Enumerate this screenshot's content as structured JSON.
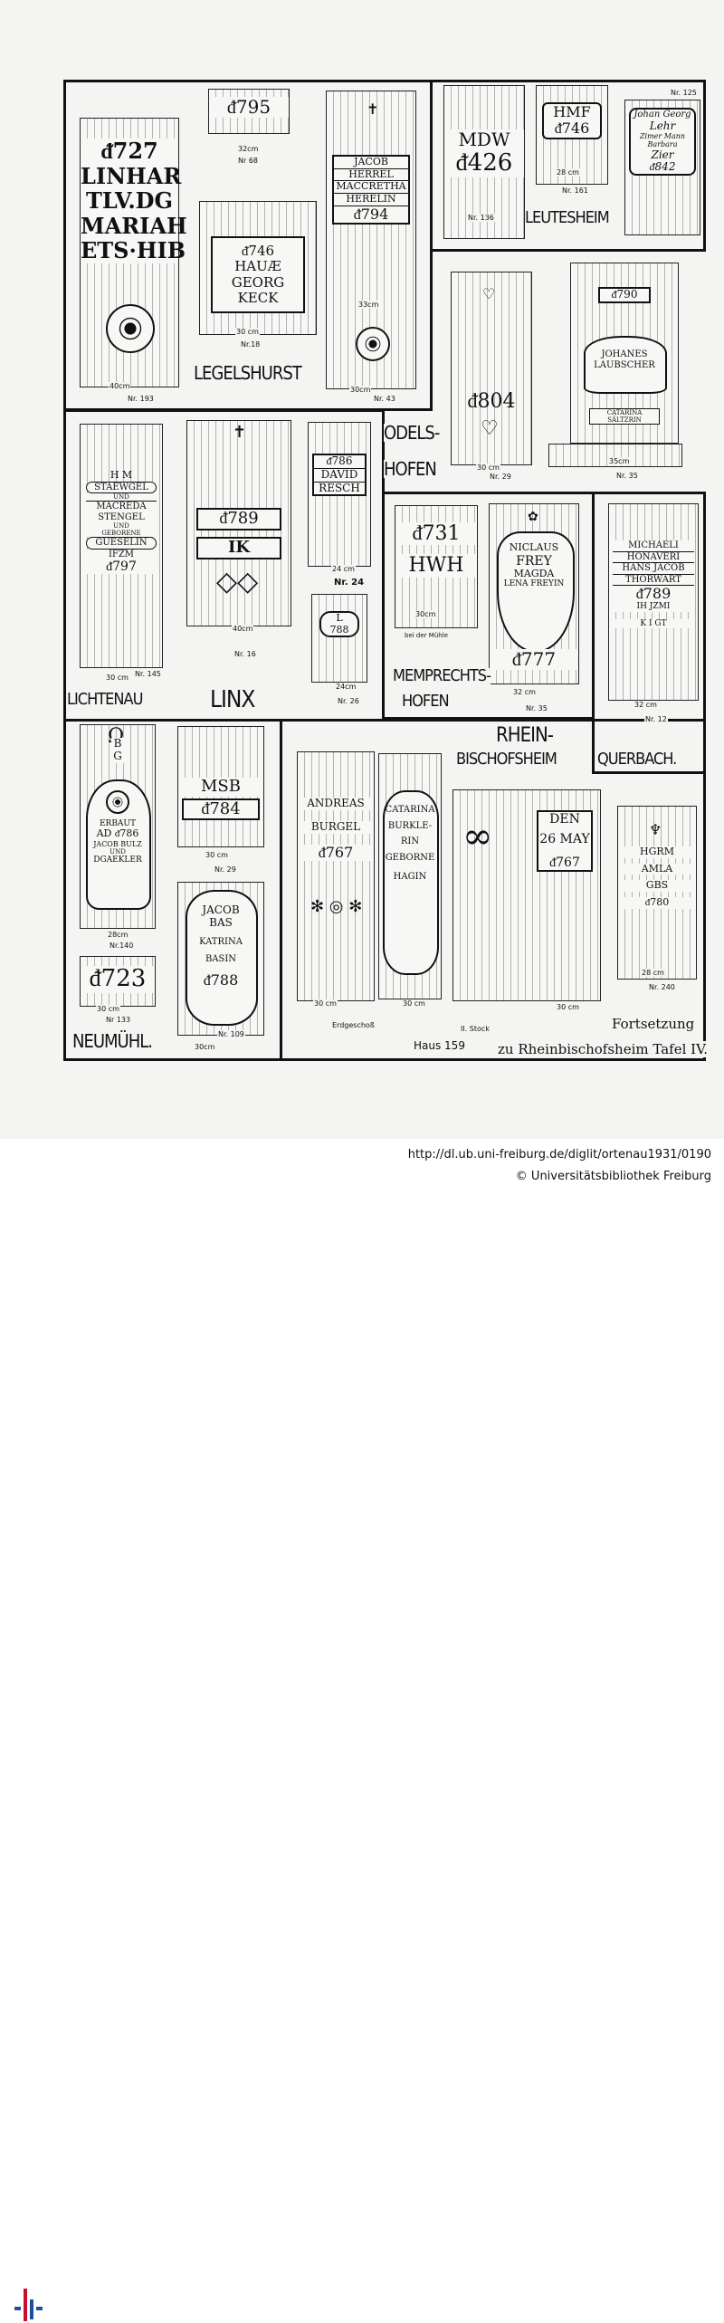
{
  "places": {
    "legelshurst": "LEGELSHURST",
    "leutesheim": "LEUTESHEIM",
    "odelshofen_1": "ODELS-",
    "odelshofen_2": "HOFEN",
    "lichtenau": "LICHTENAU",
    "linx": "LINX",
    "memprechtshofen_1": "MEMPRECHTS-",
    "memprechtshofen_2": "HOFEN",
    "rheinbischofsheim_1": "RHEIN-",
    "rheinbischofsheim_2": "BISCHOFSHEIM",
    "querbach": "QUERBACH.",
    "neumuehl": "NEUMÜHL."
  },
  "inscriptions": {
    "lichtenau_big": [
      "ᵭ727",
      "LINHAR",
      "TLV.DG",
      "MARIAH",
      "ETS·HIB"
    ],
    "legels_top": "ᵭ795",
    "legels_mid": [
      "ᵭ746",
      "HAUÆ",
      "GEORG",
      "KECK"
    ],
    "legels_right": [
      "JACOB",
      "HERREL",
      "MACCRETHA",
      "HERELIN",
      "ᵭ794"
    ],
    "leut_1": [
      "MDW",
      "ᵭ426"
    ],
    "leut_2": [
      "HMF",
      "ᵭ746"
    ],
    "leut_3": [
      "Johan Georg",
      "Lehr",
      "Zimer Mann",
      "Barbara",
      "Zier",
      "ᵭ842"
    ],
    "odels_1": "ᵭ804",
    "odels_2": [
      "ᵭ790",
      "JOHANES",
      "LAUBSCHER",
      "CATARINA",
      "SÄLTZRIN"
    ],
    "licht_2": [
      "H M",
      "STAEWGEL",
      "UND",
      "MACREDA",
      "STENGEL",
      "UND",
      "GEBORENE",
      "GUESELIN",
      "IFZM",
      "ᵭ797"
    ],
    "linx_1": [
      "ᵭ789",
      "IK"
    ],
    "linx_2": [
      "ᵭ786",
      "DAVID",
      "RESCH"
    ],
    "linx_3": [
      "L",
      "788"
    ],
    "memp_1": [
      "ᵭ731",
      "HWH"
    ],
    "memp_2": [
      "NICLAUS",
      "FREY",
      "MAGDA",
      "LENA FREYIN",
      "ᵭ777"
    ],
    "quer": [
      "MICHAELI",
      "HONAVERI",
      "HANS JACOB",
      "THORWART",
      "ᵭ789",
      "IH  JZMI",
      "K  I  GT"
    ],
    "neu_1": [
      "B",
      "G",
      "ERBAUT",
      "AD ᵭ786",
      "JACOB BULZ",
      "UND",
      "DGAEKLER"
    ],
    "neu_2": "ᵭ723",
    "neu_3": [
      "MSB",
      "ᵭ784"
    ],
    "neu_4": [
      "JACOB",
      "BAS",
      "KATRINA",
      "BASIN",
      "ᵭ788"
    ],
    "rhein_1": [
      "ANDREAS",
      "BURGEL",
      "ᵭ767"
    ],
    "rhein_2": [
      "CATARINA",
      "BURKLE-",
      "RIN",
      "GEBORNE",
      "HAGIN"
    ],
    "rhein_3": [
      "DEN",
      "26 MAY",
      "ᵭ767"
    ],
    "rhein_4": [
      "HGRM",
      "AMLA",
      "GBS",
      "ᵭ780"
    ]
  },
  "labels": {
    "m40": "40cm",
    "n193": "Nr. 193",
    "m32a": "32cm",
    "n68": "Nr 68",
    "m30a": "30 cm",
    "n18": "Nr.18",
    "m33": "33cm",
    "m30b": "30cm",
    "n43": "Nr. 43",
    "n136": "Nr. 136",
    "m28a": "28 cm",
    "n161": "Nr. 161",
    "n125": "Nr. 125",
    "m30c": "30 cm",
    "n29a": "Nr. 29",
    "m35": "35cm",
    "n35a": "Nr. 35",
    "m30d": "30 cm",
    "n145": "Nr. 145",
    "m40b": "40cm",
    "n16": "Nr. 16",
    "m24a": "24 cm",
    "n24": "Nr. 24",
    "m24b": "24cm",
    "n26": "Nr. 26",
    "m30e": "30cm",
    "bei": "bei der Mühle",
    "m32b": "32 cm",
    "n35b": "Nr. 35",
    "m32c": "32 cm",
    "n12": "Nr. 12",
    "m28b": "28cm",
    "n140": "Nr.140",
    "m30f": "30 cm",
    "n133": "Nr 133",
    "m30g": "30 cm",
    "n29b": "Nr. 29",
    "n109": "Nr. 109",
    "m30h": "30cm",
    "m30i": "30 cm",
    "m30j": "30 cm",
    "m30k": "30 cm",
    "m28c": "28 cm",
    "n240": "Nr. 240",
    "erdgeschoss": "Erdgeschoß",
    "stock": "II. Stock",
    "haus": "Haus 159",
    "fortsetzung": "Fortsetzung",
    "zu": "zu Rheinbischofsheim Tafel IV."
  },
  "footer": {
    "url": "http://dl.ub.uni-freiburg.de/diglit/ortenau1931/0190",
    "copyright": "© Universitätsbibliothek Freiburg"
  },
  "colors": {
    "ink": "#111111",
    "paper": "#f4f4f2",
    "logo_red": "#c8102e",
    "logo_blue": "#1f4fa0"
  }
}
